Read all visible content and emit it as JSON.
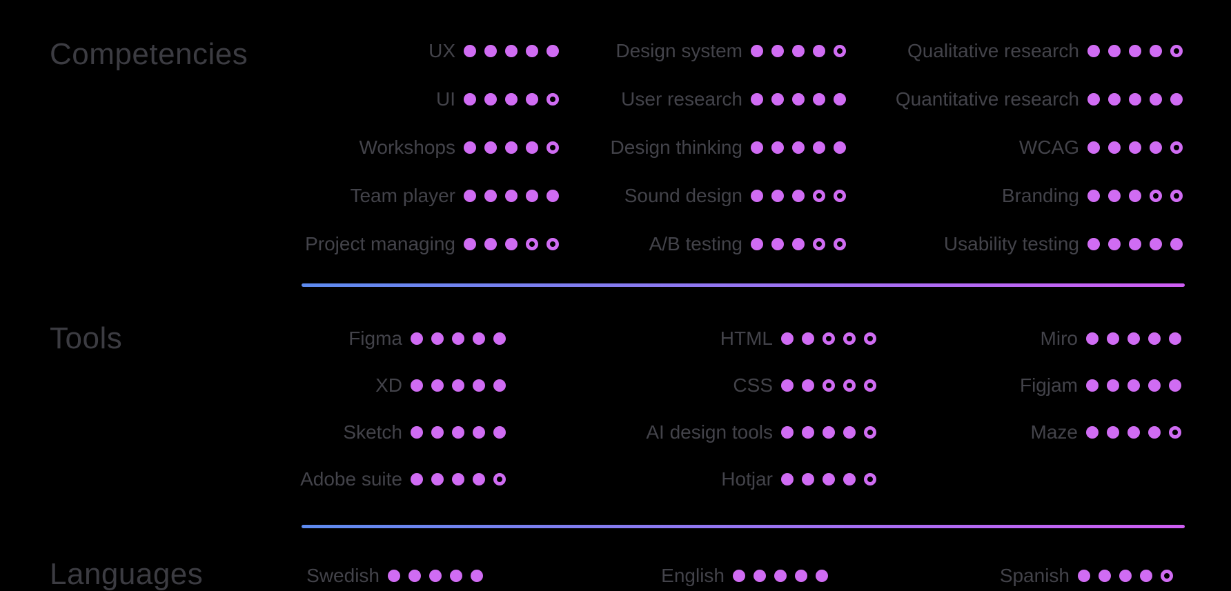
{
  "theme": {
    "background": "#000000",
    "accent": "#d06cf3",
    "label_color": "#43434a",
    "title_color": "#3c3c42",
    "divider_gradient_start": "#5d8bef",
    "divider_gradient_end": "#cf5ef3"
  },
  "rating_scale_max": 5,
  "sections": [
    {
      "title": "Competencies",
      "columns": [
        [
          {
            "label": "UX",
            "score": 5,
            "max": 5
          },
          {
            "label": "UI",
            "score": 4,
            "max": 5
          },
          {
            "label": "Workshops",
            "score": 4,
            "max": 5
          },
          {
            "label": "Team player",
            "score": 5,
            "max": 5
          },
          {
            "label": "Project managing",
            "score": 3,
            "max": 5
          }
        ],
        [
          {
            "label": "Design system",
            "score": 4,
            "max": 5
          },
          {
            "label": "User research",
            "score": 5,
            "max": 5
          },
          {
            "label": "Design thinking",
            "score": 5,
            "max": 5
          },
          {
            "label": "Sound design",
            "score": 3,
            "max": 5
          },
          {
            "label": "A/B testing",
            "score": 3,
            "max": 5
          }
        ],
        [
          {
            "label": "Qualitative research",
            "score": 4,
            "max": 5
          },
          {
            "label": "Quantitative research",
            "score": 5,
            "max": 5
          },
          {
            "label": "WCAG",
            "score": 4,
            "max": 5
          },
          {
            "label": "Branding",
            "score": 3,
            "max": 5
          },
          {
            "label": "Usability testing",
            "score": 5,
            "max": 5
          }
        ]
      ]
    },
    {
      "title": "Tools",
      "columns": [
        [
          {
            "label": "Figma",
            "score": 5,
            "max": 5
          },
          {
            "label": "XD",
            "score": 5,
            "max": 5
          },
          {
            "label": "Sketch",
            "score": 5,
            "max": 5
          },
          {
            "label": "Adobe suite",
            "score": 4,
            "max": 5
          }
        ],
        [
          {
            "label": "HTML",
            "score": 2,
            "max": 5
          },
          {
            "label": "CSS",
            "score": 2,
            "max": 5
          },
          {
            "label": "AI design tools",
            "score": 4,
            "max": 5
          },
          {
            "label": "Hotjar",
            "score": 4,
            "max": 5
          }
        ],
        [
          {
            "label": "Miro",
            "score": 5,
            "max": 5
          },
          {
            "label": "Figjam",
            "score": 5,
            "max": 5
          },
          {
            "label": "Maze",
            "score": 4,
            "max": 5
          }
        ]
      ]
    },
    {
      "title": "Languages",
      "columns": [
        [
          {
            "label": "Swedish",
            "score": 5,
            "max": 5
          }
        ],
        [
          {
            "label": "English",
            "score": 5,
            "max": 5
          }
        ],
        [
          {
            "label": "Spanish",
            "score": 4,
            "max": 5
          }
        ]
      ]
    }
  ]
}
